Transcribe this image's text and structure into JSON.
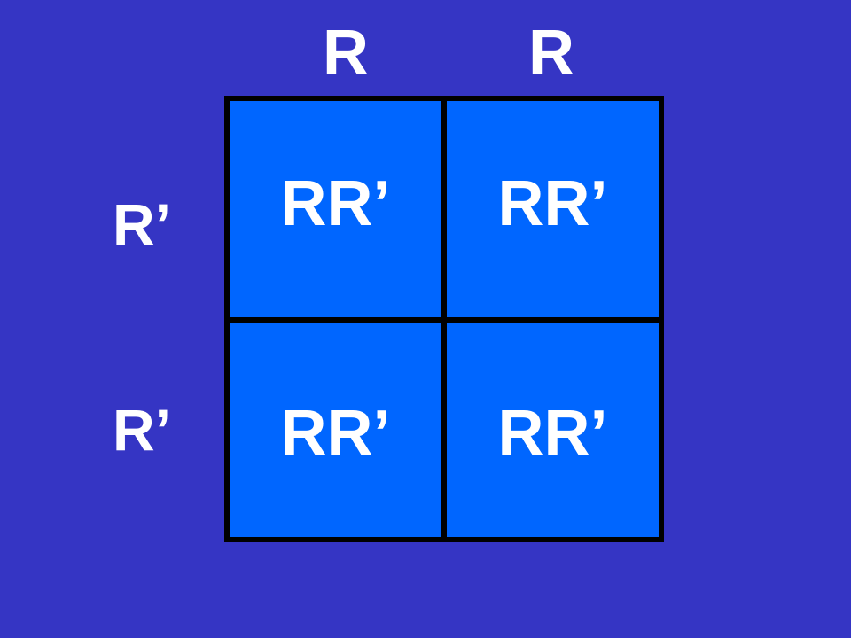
{
  "colors": {
    "background": "#3535c4",
    "cell": "#0066ff",
    "grid_line": "#000000",
    "text": "#ffffff"
  },
  "columns": [
    {
      "label": "R"
    },
    {
      "label": "R"
    }
  ],
  "rows": [
    {
      "label": "R’"
    },
    {
      "label": "R’"
    }
  ],
  "cells": [
    [
      "RR’",
      "RR’"
    ],
    [
      "RR’",
      "RR’"
    ]
  ]
}
